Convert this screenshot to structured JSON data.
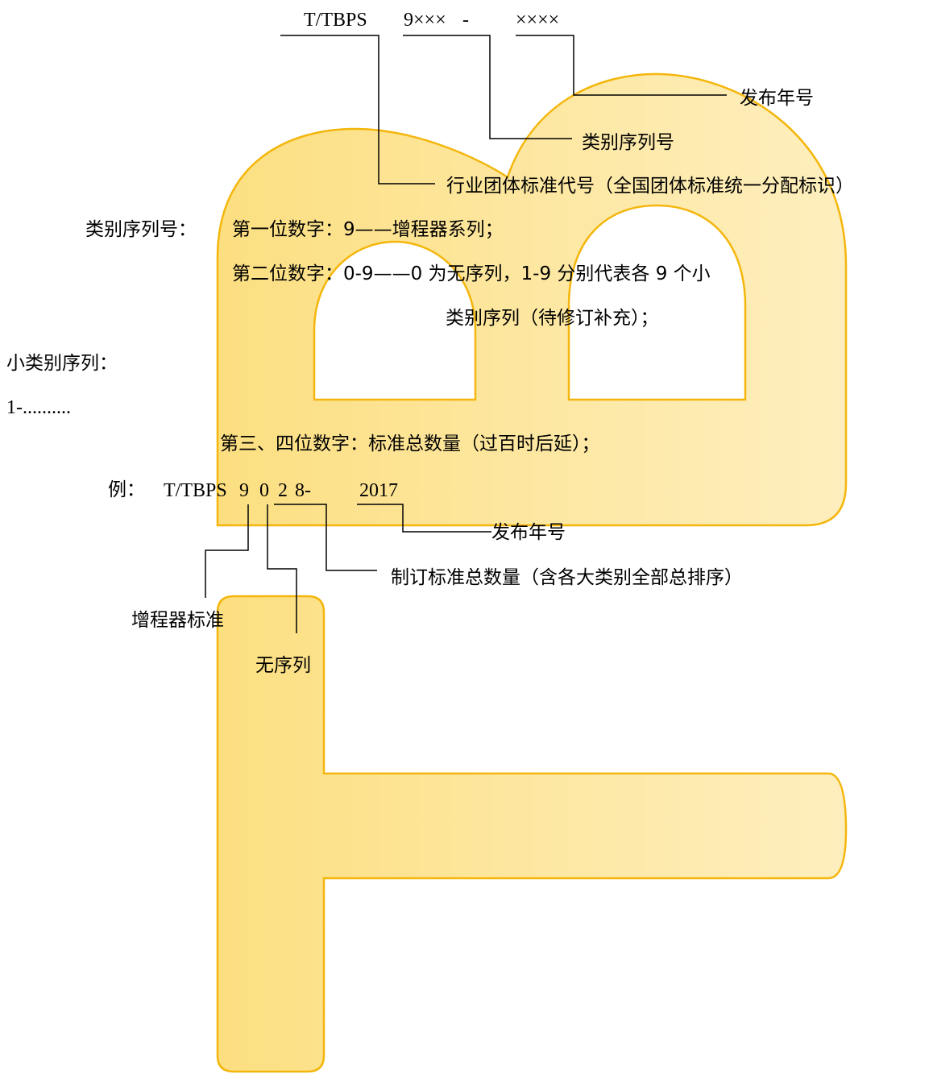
{
  "colors": {
    "watermark_fill": "#fde9a8",
    "watermark_stroke": "#f4b60c",
    "line": "#000000",
    "text": "#000000"
  },
  "watermark": {
    "icon": "b-p-letter-watermark"
  },
  "code_format": {
    "prefix": "T/TBPS",
    "category": "9×××",
    "dash": "-",
    "year": "××××"
  },
  "code_labels": {
    "year": "发布年号",
    "category": "类别序列号",
    "prefix": "行业团体标准代号（全国团体标准统一分配标识）"
  },
  "category_rules": {
    "label": "类别序列号：",
    "first_digit": "第一位数字：9——增程器系列；",
    "second_digit_line1": "第二位数字：0-9——0 为无序列，1-9 分别代表各 9 个小",
    "second_digit_line2": "类别序列（待修订补充）；"
  },
  "subcategory": {
    "label": "小类别序列：",
    "item": "1-.........."
  },
  "third_fourth_digit": "第三、四位数字：标准总数量（过百时后延）；",
  "example": {
    "label": "例：",
    "prefix": "T/TBPS",
    "d1": "9",
    "d2": "0",
    "d3": "2",
    "d4": "8-",
    "year": "2017"
  },
  "example_labels": {
    "year": "发布年号",
    "total": "制订标准总数量（含各大类别全部总排序）",
    "range_extender": "增程器标准",
    "no_sequence": "无序列"
  }
}
